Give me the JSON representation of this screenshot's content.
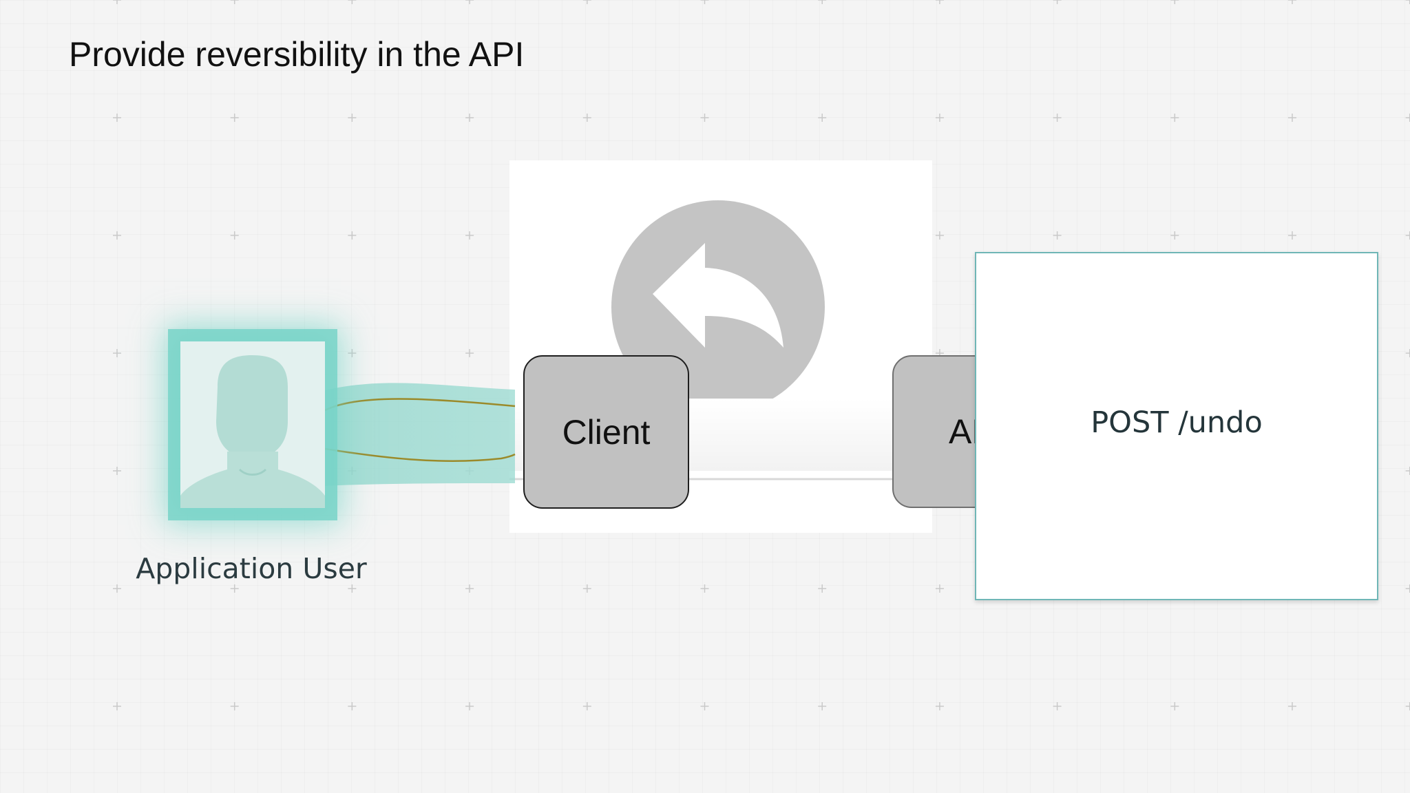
{
  "slide": {
    "title": "Provide reversibility in the API"
  },
  "user": {
    "caption": "Application User",
    "icon": "user-silhouette-icon"
  },
  "undo": {
    "icon": "undo-arrow-icon"
  },
  "nodes": {
    "client_label": "Client",
    "api_label_partial": "AP"
  },
  "callout": {
    "label": "POST /undo"
  },
  "colors": {
    "teal_glow": "#78d4c8",
    "node_gray": "#c1c1c1",
    "icon_gray": "#c4c4c4",
    "callout_border": "#6fb6b6",
    "connector_line": "#9b8a2a"
  }
}
